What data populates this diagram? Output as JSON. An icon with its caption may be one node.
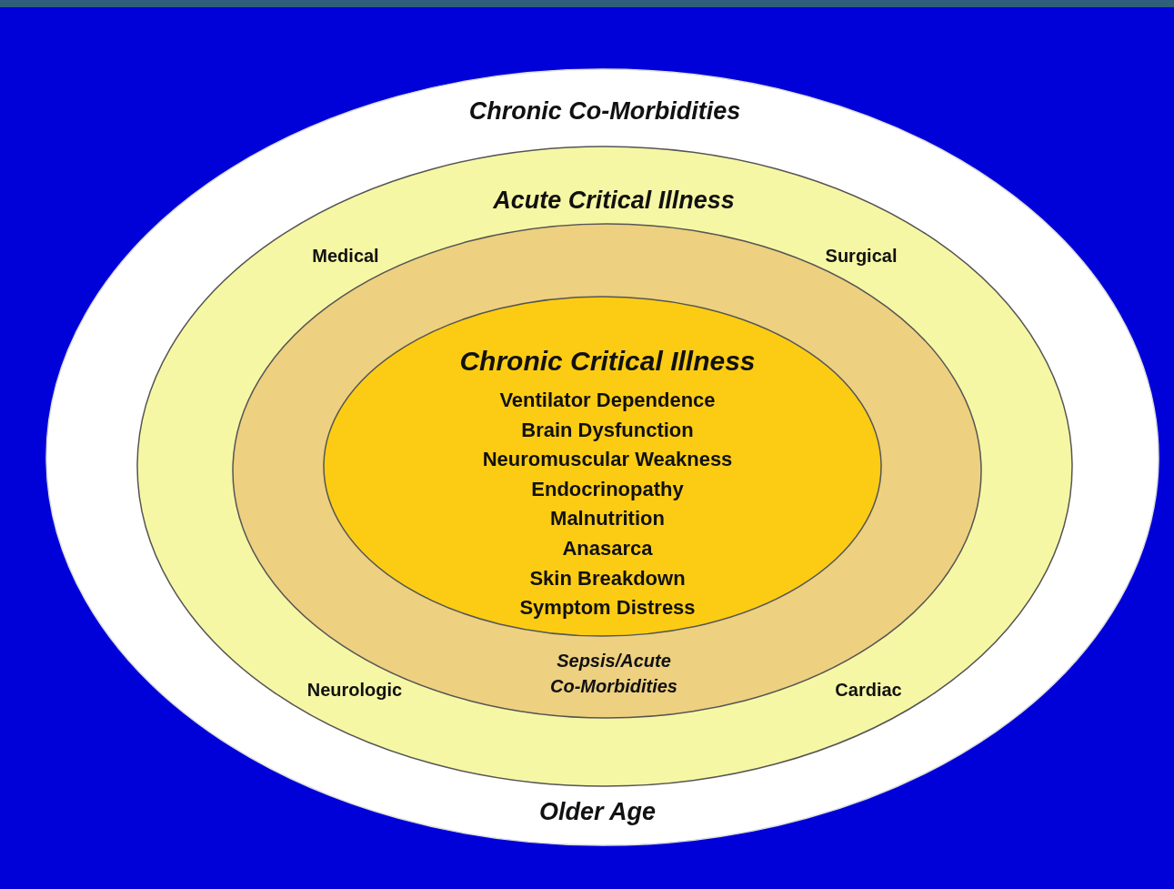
{
  "diagram": {
    "nodes": [
      {
        "text": [
          "Chronic Co-Morbidities",
          "Older Age"
        ]
      },
      {
        "text": [
          "Acute Critical Illness",
          "Medical",
          "Surgical",
          "Neurologic",
          "Cardiac"
        ],
        "in": 0
      },
      {
        "text": [
          "Sepsis/Acute Co-Morbidities"
        ],
        "in": 1
      },
      {
        "text": [
          "Chronic Critical Illness",
          "Ventilator Dependence",
          "Brain Dysfunction",
          "Neuromuscular Weakness",
          "Endocrinopathy",
          "Malnutrition",
          "Anasarca",
          "Skin Breakdown",
          "Symptom Distress"
        ],
        "in": 2
      }
    ]
  }
}
